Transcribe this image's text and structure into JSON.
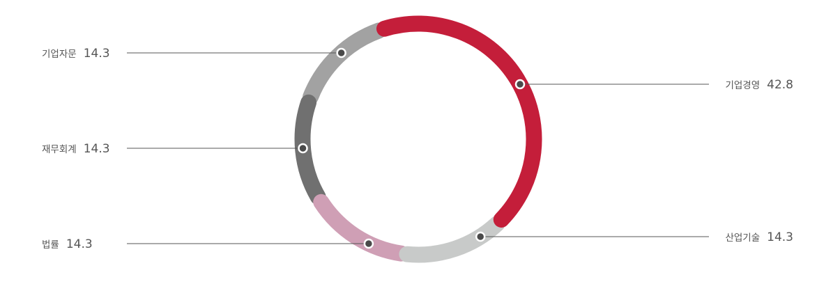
{
  "chart_data": {
    "type": "pie",
    "style": "donut",
    "slices": [
      {
        "label": "기업경영",
        "value": 42.8,
        "value_label": "42.8",
        "color": "#c41e3a"
      },
      {
        "label": "산업기술",
        "value": 14.3,
        "value_label": "14.3",
        "color": "#c8cac9"
      },
      {
        "label": "법률",
        "value": 14.3,
        "value_label": "14.3",
        "color": "#cf9fb5"
      },
      {
        "label": "재무회계",
        "value": 14.3,
        "value_label": "14.3",
        "color": "#707070"
      },
      {
        "label": "기업자문",
        "value": 14.3,
        "value_label": "14.3",
        "color": "#a2a2a2"
      }
    ],
    "leader_line_color": "#555555",
    "marker_color": "#4a4a4a"
  }
}
